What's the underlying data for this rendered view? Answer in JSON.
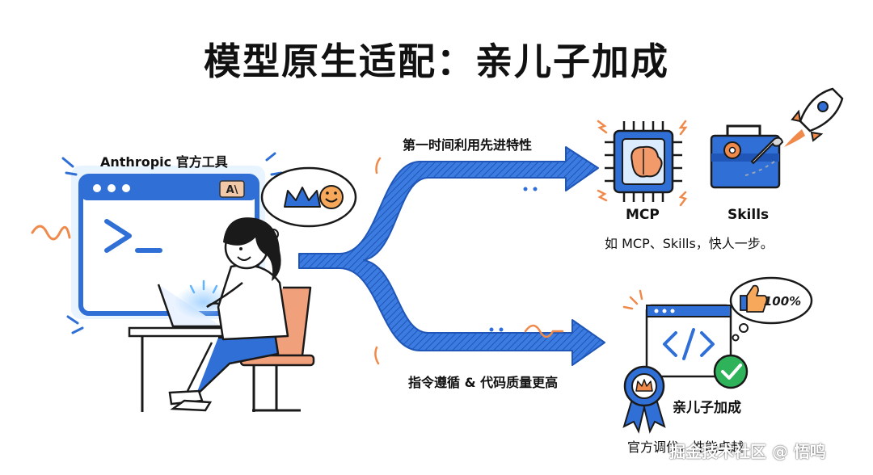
{
  "title": "模型原生适配：亲儿子加成",
  "left_panel": {
    "label": "Anthropic 官方工具",
    "app_badge": "A\\",
    "prompt_glyph": ">_"
  },
  "arrows": {
    "top_label": "第一时间利用先进特性",
    "bottom_label": "指令遵循 & 代码质量更高"
  },
  "features": {
    "mcp_label": "MCP",
    "skills_label": "Skills",
    "caption": "如 MCP、Skills，快人一步。"
  },
  "bottom_right": {
    "badge_label": "亲儿子加成",
    "percent": "100%",
    "caption": "官方调优，性能卓越"
  },
  "watermark": "掘金技术社区 @ 悟鸣",
  "colors": {
    "blue": "#2f6fd6",
    "light_blue": "#7fb0f5",
    "orange": "#f08a4b",
    "green": "#2fb35a",
    "dark": "#1a1a1a"
  },
  "icons": [
    "terminal-window-icon",
    "crown-icon",
    "smile-icon",
    "brain-chip-icon",
    "toolbox-icon",
    "rocket-icon",
    "code-window-icon",
    "check-icon",
    "thumbs-up-icon",
    "ribbon-badge-icon"
  ]
}
